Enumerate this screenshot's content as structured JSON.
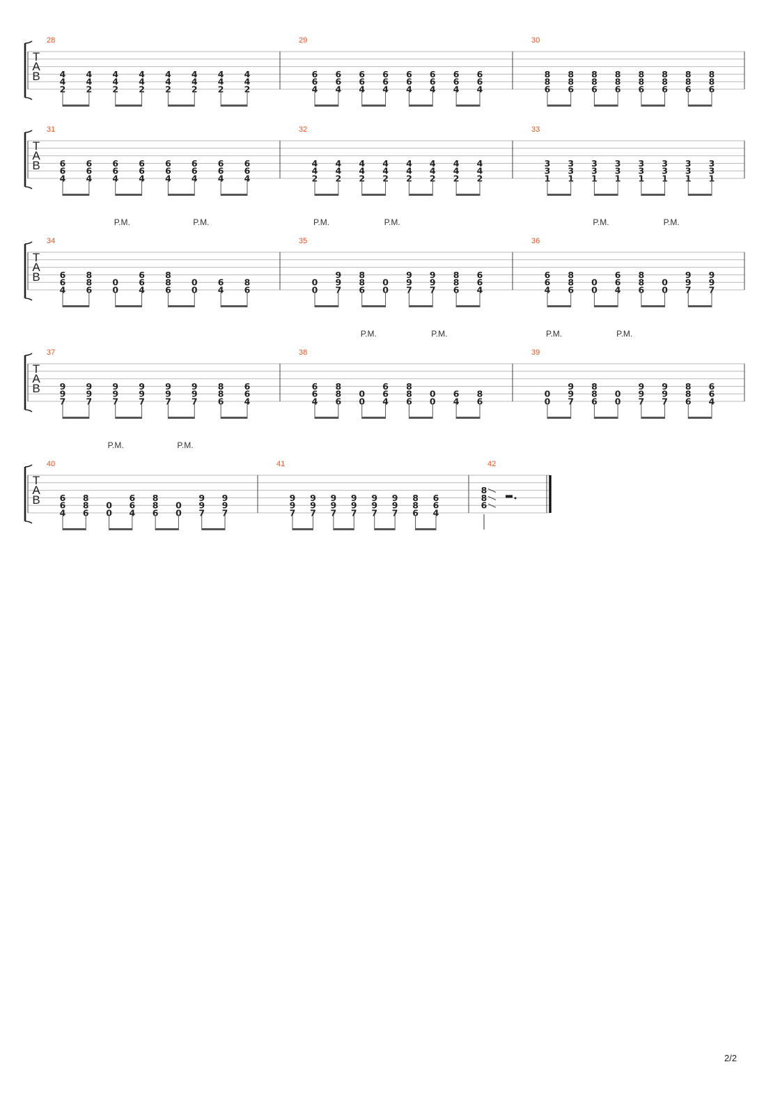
{
  "page": {
    "page_number": "2/2"
  },
  "tab_label": [
    "T",
    "A",
    "B"
  ],
  "palm_mute_label": "P.M.",
  "colors": {
    "measure_number": "#e8531f",
    "staff_line": "#b9b9b9",
    "notation": "#222222",
    "beam": "#555555"
  },
  "systems": [
    {
      "measures": [
        {
          "number": "28",
          "pm": [],
          "beats": [
            [
              "4",
              "4",
              "2"
            ],
            [
              "4",
              "4",
              "2"
            ],
            [
              "4",
              "4",
              "2"
            ],
            [
              "4",
              "4",
              "2"
            ],
            [
              "4",
              "4",
              "2"
            ],
            [
              "4",
              "4",
              "2"
            ],
            [
              "4",
              "4",
              "2"
            ],
            [
              "4",
              "4",
              "2"
            ]
          ]
        },
        {
          "number": "29",
          "pm": [],
          "beats": [
            [
              "6",
              "6",
              "4"
            ],
            [
              "6",
              "6",
              "4"
            ],
            [
              "6",
              "6",
              "4"
            ],
            [
              "6",
              "6",
              "4"
            ],
            [
              "6",
              "6",
              "4"
            ],
            [
              "6",
              "6",
              "4"
            ],
            [
              "6",
              "6",
              "4"
            ],
            [
              "6",
              "6",
              "4"
            ]
          ]
        },
        {
          "number": "30",
          "pm": [],
          "beats": [
            [
              "8",
              "8",
              "6"
            ],
            [
              "8",
              "8",
              "6"
            ],
            [
              "8",
              "8",
              "6"
            ],
            [
              "8",
              "8",
              "6"
            ],
            [
              "8",
              "8",
              "6"
            ],
            [
              "8",
              "8",
              "6"
            ],
            [
              "8",
              "8",
              "6"
            ],
            [
              "8",
              "8",
              "6"
            ]
          ]
        }
      ]
    },
    {
      "measures": [
        {
          "number": "31",
          "pm": [],
          "beats": [
            [
              "6",
              "6",
              "4"
            ],
            [
              "6",
              "6",
              "4"
            ],
            [
              "6",
              "6",
              "4"
            ],
            [
              "6",
              "6",
              "4"
            ],
            [
              "6",
              "6",
              "4"
            ],
            [
              "6",
              "6",
              "4"
            ],
            [
              "6",
              "6",
              "4"
            ],
            [
              "6",
              "6",
              "4"
            ]
          ]
        },
        {
          "number": "32",
          "pm": [],
          "beats": [
            [
              "4",
              "4",
              "2"
            ],
            [
              "4",
              "4",
              "2"
            ],
            [
              "4",
              "4",
              "2"
            ],
            [
              "4",
              "4",
              "2"
            ],
            [
              "4",
              "4",
              "2"
            ],
            [
              "4",
              "4",
              "2"
            ],
            [
              "4",
              "4",
              "2"
            ],
            [
              "4",
              "4",
              "2"
            ]
          ]
        },
        {
          "number": "33",
          "pm": [],
          "beats": [
            [
              "3",
              "3",
              "1"
            ],
            [
              "3",
              "3",
              "1"
            ],
            [
              "3",
              "3",
              "1"
            ],
            [
              "3",
              "3",
              "1"
            ],
            [
              "3",
              "3",
              "1"
            ],
            [
              "3",
              "3",
              "1"
            ],
            [
              "3",
              "3",
              "1"
            ],
            [
              "3",
              "3",
              "1"
            ]
          ]
        }
      ]
    },
    {
      "measures": [
        {
          "number": "34",
          "pm": [
            2,
            5
          ],
          "beats": [
            [
              "6",
              "6",
              "4"
            ],
            [
              "8",
              "8",
              "6"
            ],
            [
              "0",
              "0"
            ],
            [
              "6",
              "6",
              "4"
            ],
            [
              "8",
              "8",
              "6"
            ],
            [
              "0",
              "0"
            ],
            [
              "6",
              "4"
            ],
            [
              "8",
              "6"
            ]
          ]
        },
        {
          "number": "35",
          "pm": [
            0,
            3
          ],
          "beats": [
            [
              "0",
              "0"
            ],
            [
              "9",
              "9",
              "7"
            ],
            [
              "8",
              "8",
              "6"
            ],
            [
              "0",
              "0"
            ],
            [
              "9",
              "9",
              "7"
            ],
            [
              "9",
              "9",
              "7"
            ],
            [
              "8",
              "8",
              "6"
            ],
            [
              "6",
              "6",
              "4"
            ]
          ]
        },
        {
          "number": "36",
          "pm": [
            2,
            5
          ],
          "beats": [
            [
              "6",
              "6",
              "4"
            ],
            [
              "8",
              "8",
              "6"
            ],
            [
              "0",
              "0"
            ],
            [
              "6",
              "6",
              "4"
            ],
            [
              "8",
              "8",
              "6"
            ],
            [
              "0",
              "0"
            ],
            [
              "9",
              "9",
              "7"
            ],
            [
              "9",
              "9",
              "7"
            ]
          ]
        }
      ]
    },
    {
      "measures": [
        {
          "number": "37",
          "pm": [],
          "beats": [
            [
              "9",
              "9",
              "7"
            ],
            [
              "9",
              "9",
              "7"
            ],
            [
              "9",
              "9",
              "7"
            ],
            [
              "9",
              "9",
              "7"
            ],
            [
              "9",
              "9",
              "7"
            ],
            [
              "9",
              "9",
              "7"
            ],
            [
              "8",
              "8",
              "6"
            ],
            [
              "6",
              "6",
              "4"
            ]
          ]
        },
        {
          "number": "38",
          "pm": [
            2,
            5
          ],
          "beats": [
            [
              "6",
              "6",
              "4"
            ],
            [
              "8",
              "8",
              "6"
            ],
            [
              "0",
              "0"
            ],
            [
              "6",
              "6",
              "4"
            ],
            [
              "8",
              "8",
              "6"
            ],
            [
              "0",
              "0"
            ],
            [
              "6",
              "4"
            ],
            [
              "8",
              "6"
            ]
          ]
        },
        {
          "number": "39",
          "pm": [
            0,
            3
          ],
          "beats": [
            [
              "0",
              "0"
            ],
            [
              "9",
              "9",
              "7"
            ],
            [
              "8",
              "8",
              "6"
            ],
            [
              "0",
              "0"
            ],
            [
              "9",
              "9",
              "7"
            ],
            [
              "9",
              "9",
              "7"
            ],
            [
              "8",
              "8",
              "6"
            ],
            [
              "6",
              "6",
              "4"
            ]
          ]
        }
      ]
    },
    {
      "measures": [
        {
          "number": "40",
          "pm": [
            2,
            5
          ],
          "beats": [
            [
              "6",
              "6",
              "4"
            ],
            [
              "8",
              "8",
              "6"
            ],
            [
              "0",
              "0"
            ],
            [
              "6",
              "6",
              "4"
            ],
            [
              "8",
              "8",
              "6"
            ],
            [
              "0",
              "0"
            ],
            [
              "9",
              "9",
              "7"
            ],
            [
              "9",
              "9",
              "7"
            ]
          ]
        },
        {
          "number": "41",
          "pm": [],
          "beats": [
            [
              "9",
              "9",
              "7"
            ],
            [
              "9",
              "9",
              "7"
            ],
            [
              "9",
              "9",
              "7"
            ],
            [
              "9",
              "9",
              "7"
            ],
            [
              "9",
              "9",
              "7"
            ],
            [
              "9",
              "9",
              "7"
            ],
            [
              "8",
              "8",
              "6"
            ],
            [
              "6",
              "6",
              "4"
            ]
          ]
        },
        {
          "number": "42",
          "pm": [],
          "final": true,
          "beats": [
            [
              "8",
              "8",
              "6"
            ]
          ]
        }
      ]
    }
  ]
}
